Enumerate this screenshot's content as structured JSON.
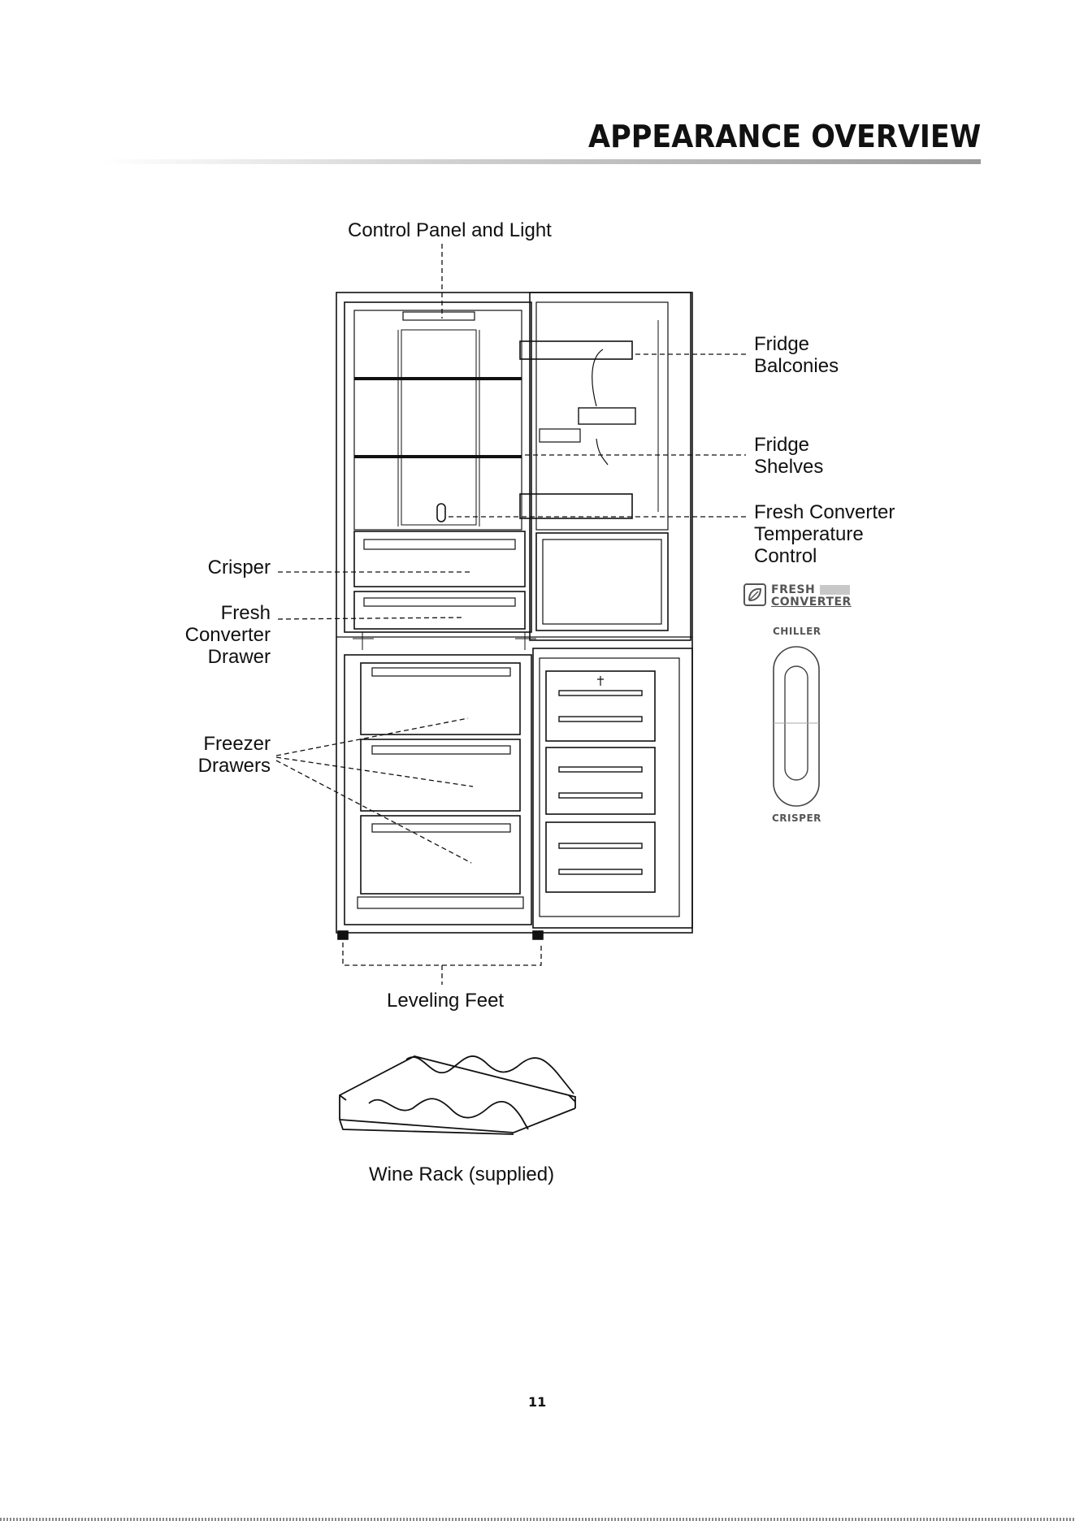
{
  "header": {
    "title": "APPEARANCE OVERVIEW"
  },
  "labels": {
    "control_panel": "Control Panel and Light",
    "fridge_balconies": [
      "Fridge",
      "Balconies"
    ],
    "fridge_shelves": [
      "Fridge",
      "Shelves"
    ],
    "fresh_converter_temp": [
      "Fresh Converter",
      "Temperature",
      "Control"
    ],
    "crisper": "Crisper",
    "fresh_converter_drawer": [
      "Fresh",
      "Converter",
      "Drawer"
    ],
    "freezer_drawers": [
      "Freezer",
      "Drawers"
    ],
    "leveling_feet": "Leveling Feet",
    "wine_rack": "Wine Rack (supplied)"
  },
  "control_dial": {
    "logo_line1": "FRESH",
    "logo_line2": "CONVERTER",
    "top_label": "CHILLER",
    "bottom_label": "CRISPER"
  },
  "footer": {
    "page_number": "11"
  }
}
